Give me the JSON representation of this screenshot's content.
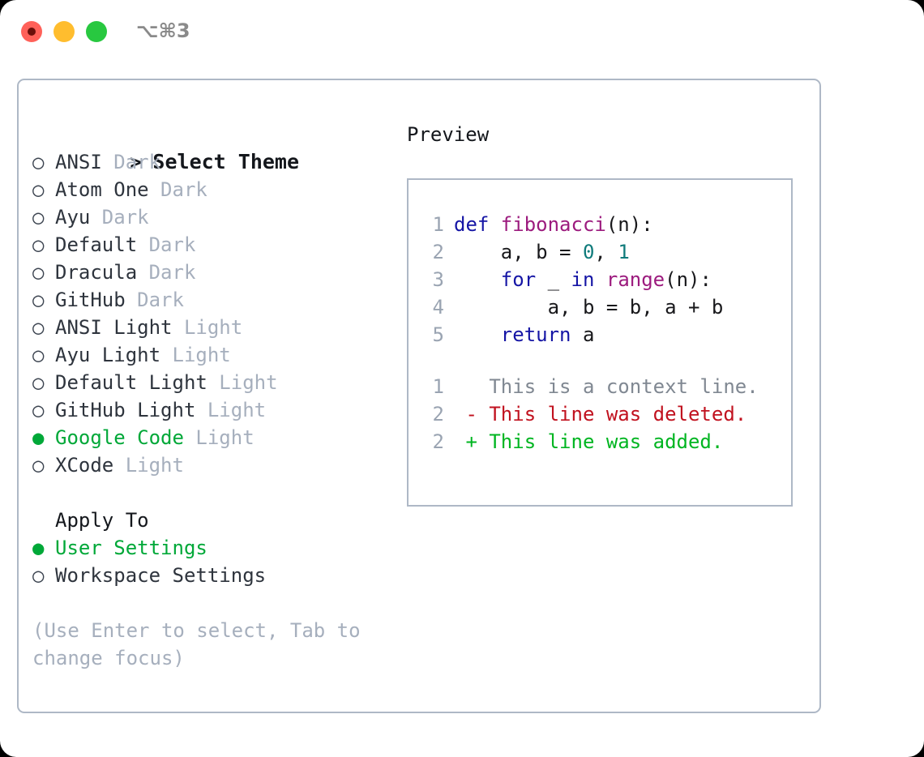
{
  "titlebar": {
    "shortcut": "⌥⌘3",
    "buttons": [
      "close",
      "minimize",
      "maximize"
    ]
  },
  "theme_picker": {
    "header": "Select Theme",
    "header_prefix": ">",
    "marker_off": "○",
    "marker_on": "●",
    "items": [
      {
        "name": "ANSI",
        "tag": "Dark",
        "selected": false
      },
      {
        "name": "Atom One",
        "tag": "Dark",
        "selected": false
      },
      {
        "name": "Ayu",
        "tag": "Dark",
        "selected": false
      },
      {
        "name": "Default",
        "tag": "Dark",
        "selected": false
      },
      {
        "name": "Dracula",
        "tag": "Dark",
        "selected": false
      },
      {
        "name": "GitHub",
        "tag": "Dark",
        "selected": false
      },
      {
        "name": "ANSI Light",
        "tag": "Light",
        "selected": false
      },
      {
        "name": "Ayu Light",
        "tag": "Light",
        "selected": false
      },
      {
        "name": "Default Light",
        "tag": "Light",
        "selected": false
      },
      {
        "name": "GitHub Light",
        "tag": "Light",
        "selected": false
      },
      {
        "name": "Google Code",
        "tag": "Light",
        "selected": true
      },
      {
        "name": "XCode",
        "tag": "Light",
        "selected": false
      }
    ]
  },
  "apply_to": {
    "header": "Apply To",
    "items": [
      {
        "name": "User Settings",
        "selected": true
      },
      {
        "name": "Workspace Settings",
        "selected": false
      }
    ]
  },
  "hint": "(Use Enter to select, Tab to change focus)",
  "preview": {
    "title": "Preview",
    "syntax_lines": [
      {
        "no": "1",
        "tokens": [
          {
            "t": "def ",
            "c": "kw"
          },
          {
            "t": "fibonacci",
            "c": "fn"
          },
          {
            "t": "(n):",
            "c": "txt"
          }
        ]
      },
      {
        "no": "2",
        "tokens": [
          {
            "t": "    a, b = ",
            "c": "txt"
          },
          {
            "t": "0",
            "c": "num"
          },
          {
            "t": ", ",
            "c": "txt"
          },
          {
            "t": "1",
            "c": "num"
          }
        ]
      },
      {
        "no": "3",
        "tokens": [
          {
            "t": "    ",
            "c": "txt"
          },
          {
            "t": "for",
            "c": "kw"
          },
          {
            "t": " _ ",
            "c": "txt"
          },
          {
            "t": "in",
            "c": "kw"
          },
          {
            "t": " ",
            "c": "txt"
          },
          {
            "t": "range",
            "c": "fn"
          },
          {
            "t": "(n):",
            "c": "txt"
          }
        ]
      },
      {
        "no": "4",
        "tokens": [
          {
            "t": "        a, b = b, a + b",
            "c": "txt"
          }
        ]
      },
      {
        "no": "5",
        "tokens": [
          {
            "t": "    ",
            "c": "txt"
          },
          {
            "t": "return",
            "c": "kw"
          },
          {
            "t": " a",
            "c": "txt"
          }
        ]
      }
    ],
    "diff_lines": [
      {
        "no": "1",
        "marker": " ",
        "text": "This is a context line.",
        "kind": "ctx"
      },
      {
        "no": "2",
        "marker": "-",
        "text": "This line was deleted.",
        "kind": "del"
      },
      {
        "no": "2",
        "marker": "+",
        "text": "This line was added.",
        "kind": "add"
      }
    ]
  },
  "colors": {
    "accent_green": "#00a838",
    "muted": "#a6afbd",
    "border": "#aeb8c6",
    "keyword": "#1515a5",
    "function": "#9c1b7e",
    "number": "#0f7b7b",
    "diff_delete": "#c1121f",
    "diff_add": "#00b521",
    "traffic_close": "#ff6159",
    "traffic_min": "#ffbd2e",
    "traffic_max": "#28c840"
  }
}
